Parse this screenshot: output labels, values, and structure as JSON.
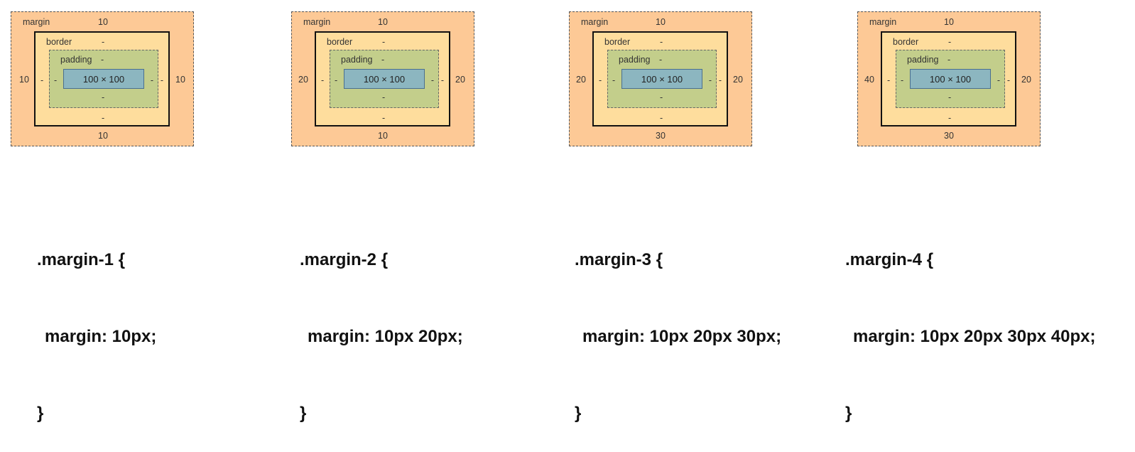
{
  "colors": {
    "margin": "#fdc996",
    "border": "#fedd9d",
    "padding": "#c3ce8b",
    "content": "#8cb6c0"
  },
  "diagrams": [
    {
      "margin_label": "margin",
      "border_label": "border",
      "padding_label": "padding",
      "content": "100 × 100",
      "margin_top": "10",
      "margin_right": "10",
      "margin_bottom": "10",
      "margin_left": "10",
      "border_top": "-",
      "border_right": "-",
      "border_bottom": "-",
      "border_left": "-",
      "padding_top": "-",
      "padding_right": "-",
      "padding_bottom": "-",
      "padding_left": "-",
      "code": {
        "selector": ".margin-1 {",
        "declaration": "margin: 10px;",
        "close": "}"
      }
    },
    {
      "margin_label": "margin",
      "border_label": "border",
      "padding_label": "padding",
      "content": "100 × 100",
      "margin_top": "10",
      "margin_right": "20",
      "margin_bottom": "10",
      "margin_left": "20",
      "border_top": "-",
      "border_right": "-",
      "border_bottom": "-",
      "border_left": "-",
      "padding_top": "-",
      "padding_right": "-",
      "padding_bottom": "-",
      "padding_left": "-",
      "code": {
        "selector": ".margin-2 {",
        "declaration": "margin: 10px 20px;",
        "close": "}"
      }
    },
    {
      "margin_label": "margin",
      "border_label": "border",
      "padding_label": "padding",
      "content": "100 × 100",
      "margin_top": "10",
      "margin_right": "20",
      "margin_bottom": "30",
      "margin_left": "20",
      "border_top": "-",
      "border_right": "-",
      "border_bottom": "-",
      "border_left": "-",
      "padding_top": "-",
      "padding_right": "-",
      "padding_bottom": "-",
      "padding_left": "-",
      "code": {
        "selector": ".margin-3 {",
        "declaration": "margin: 10px 20px 30px;",
        "close": "}"
      }
    },
    {
      "margin_label": "margin",
      "border_label": "border",
      "padding_label": "padding",
      "content": "100 × 100",
      "margin_top": "10",
      "margin_right": "20",
      "margin_bottom": "30",
      "margin_left": "40",
      "border_top": "-",
      "border_right": "-",
      "border_bottom": "-",
      "border_left": "-",
      "padding_top": "-",
      "padding_right": "-",
      "padding_bottom": "-",
      "padding_left": "-",
      "code": {
        "selector": ".margin-4 {",
        "declaration": "margin: 10px 20px 30px 40px;",
        "close": "}"
      }
    }
  ]
}
